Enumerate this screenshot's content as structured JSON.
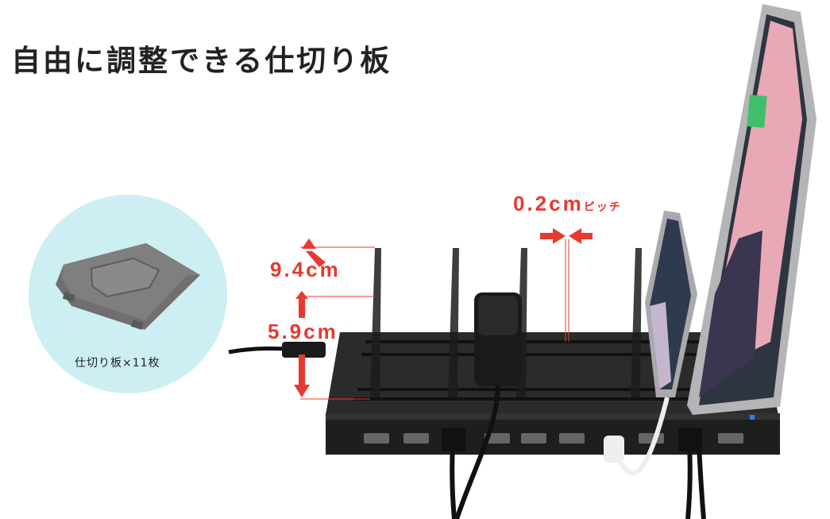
{
  "title": "自由に調整できる仕切り板",
  "accessory": {
    "caption": "仕切り板×11枚"
  },
  "dimensions": {
    "short_height": "9.4cm",
    "tall_height": "5.9cm",
    "pitch_value": "0.2cm",
    "pitch_label": "ピッチ"
  },
  "colors": {
    "accent": "#e8392e",
    "circle_bg": "#cdeef3",
    "device": "#2b2b2b"
  },
  "icons": [
    "divider-plate-icon",
    "usb-hub-icon",
    "tablet-icon",
    "smartphone-icon",
    "power-adapter-icon",
    "cable-icon",
    "arrow-up-icon",
    "arrow-down-icon",
    "arrow-right-icon",
    "arrow-left-icon"
  ]
}
